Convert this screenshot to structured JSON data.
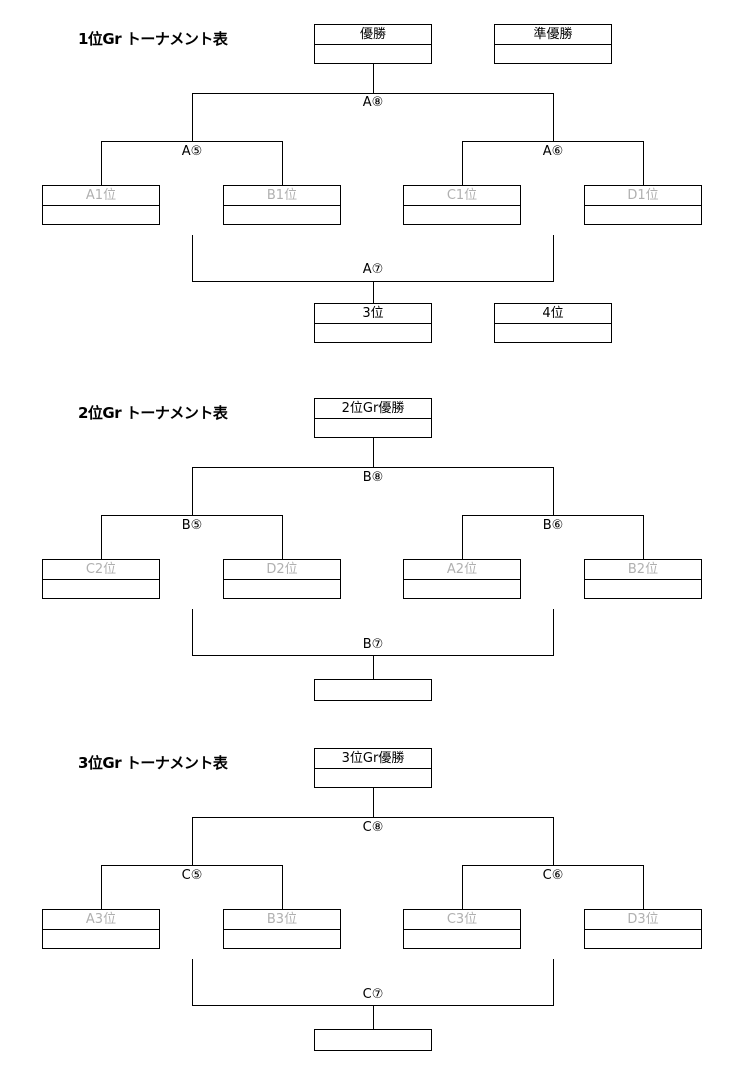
{
  "sections": [
    {
      "title": "1位Gr トーナメント表",
      "winner": "優勝",
      "runner_up": "準優勝",
      "final_label": "A⑧",
      "semi_left_label": "A⑤",
      "semi_right_label": "A⑥",
      "third_match_label": "A⑦",
      "teams": [
        "A1位",
        "B1位",
        "C1位",
        "D1位"
      ],
      "third": "3位",
      "fourth": "4位"
    },
    {
      "title": "2位Gr トーナメント表",
      "winner": "2位Gr優勝",
      "final_label": "B⑧",
      "semi_left_label": "B⑤",
      "semi_right_label": "B⑥",
      "third_match_label": "B⑦",
      "teams": [
        "C2位",
        "D2位",
        "A2位",
        "B2位"
      ]
    },
    {
      "title": "3位Gr トーナメント表",
      "winner": "3位Gr優勝",
      "final_label": "C⑧",
      "semi_left_label": "C⑤",
      "semi_right_label": "C⑥",
      "third_match_label": "C⑦",
      "teams": [
        "A3位",
        "B3位",
        "C3位",
        "D3位"
      ]
    }
  ]
}
